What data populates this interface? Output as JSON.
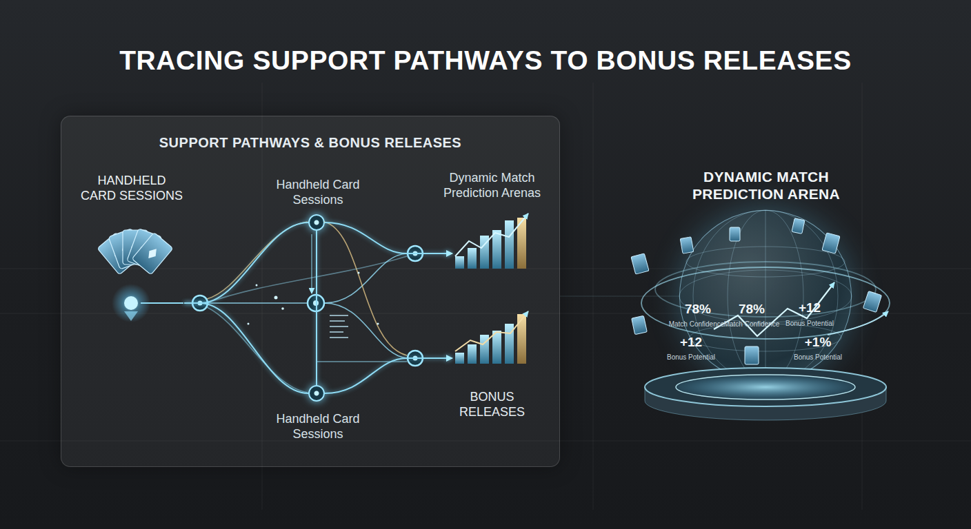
{
  "diagram": {
    "title": "TRACING SUPPORT PATHWAYS TO BONUS RELEASES",
    "nodes": [
      {
        "text": [
          "SUPPORT PATHWAYS & BONUS RELEASES"
        ]
      },
      {
        "text": [
          "HANDHELD CARD SESSIONS"
        ],
        "in": 0
      },
      {
        "text": [
          "Handheld Card Sessions"
        ],
        "in": 0
      },
      {
        "text": [
          "Handheld Card Sessions"
        ],
        "in": 0
      },
      {
        "text": [
          "Dynamic Match Prediction Arenas"
        ],
        "in": 0
      },
      {
        "text": [
          "BONUS RELEASES"
        ],
        "in": 0
      },
      {
        "text": [
          "DYNAMIC MATCH PREDICTION ARENA"
        ]
      }
    ],
    "edges": [
      {
        "from": 1,
        "to": 2,
        "arrow": "none"
      },
      {
        "from": 1,
        "to": 3,
        "arrow": "none"
      },
      {
        "from": 2,
        "to": 3,
        "arrow": "none"
      },
      {
        "from": 2,
        "to": 4,
        "arrow": "to"
      },
      {
        "from": 3,
        "to": 5,
        "arrow": "to"
      }
    ],
    "labels": [
      "78%",
      "Match Confidence",
      "78%",
      "Match Confidence",
      "+12",
      "Bonus Potential",
      "+12",
      "Bonus Potential",
      "+1%",
      "Bonus Potential"
    ]
  }
}
